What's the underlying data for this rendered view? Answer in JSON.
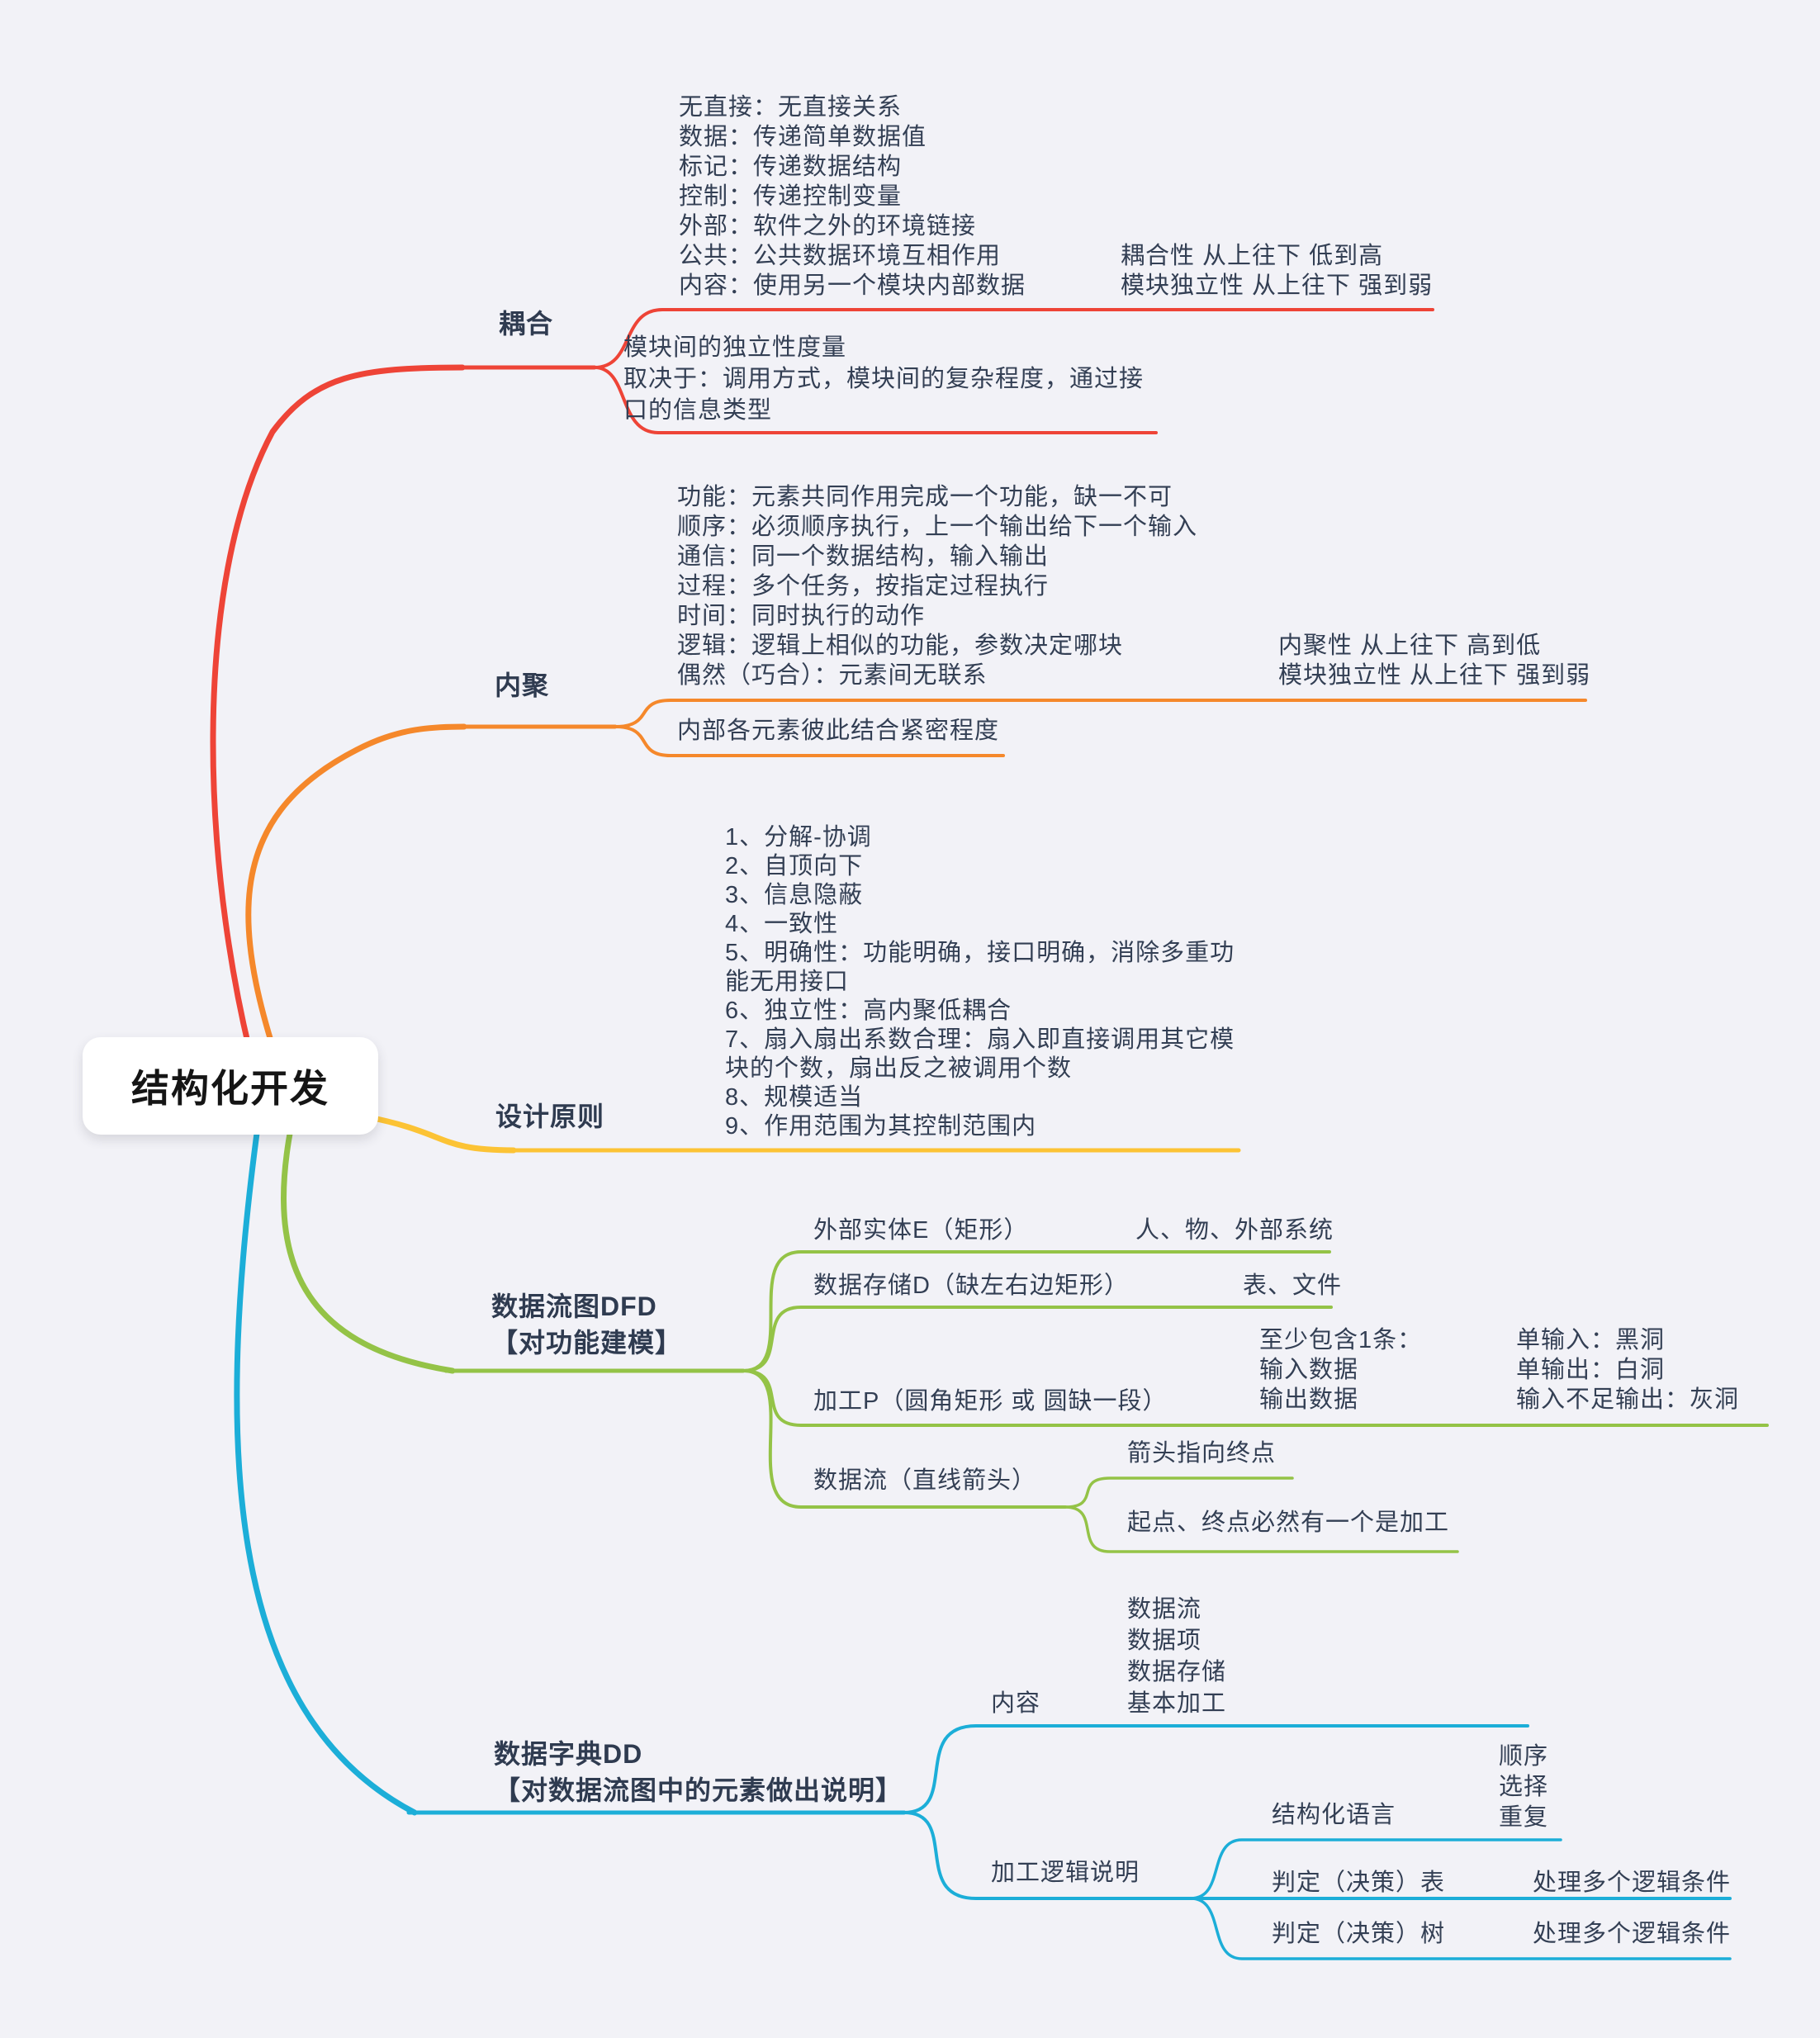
{
  "root": {
    "title": "结构化开发"
  },
  "colors": {
    "coupling": "#ee4437",
    "cohesion": "#f5882b",
    "design": "#fcc335",
    "dfd": "#94c347",
    "dd": "#1caed8",
    "background": "#f2f2f7",
    "text": "#333f54"
  },
  "coupling": {
    "label": "耦合",
    "types": [
      "无直接：无直接关系",
      "数据：传递简单数据值",
      "标记：传递数据结构",
      "控制：传递控制变量",
      "外部：软件之外的环境链接",
      "公共：公共数据环境互相作用",
      "内容：使用另一个模块内部数据"
    ],
    "notes": [
      "耦合性 从上往下 低到高",
      "模块独立性 从上往下 强到弱"
    ],
    "definition": [
      "模块间的独立性度量",
      "取决于：调用方式，模块间的复杂程度，通过接",
      "口的信息类型"
    ]
  },
  "cohesion": {
    "label": "内聚",
    "types": [
      "功能：元素共同作用完成一个功能，缺一不可",
      "顺序：必须顺序执行，上一个输出给下一个输入",
      "通信：同一个数据结构，输入输出",
      "过程：多个任务，按指定过程执行",
      "时间：同时执行的动作",
      "逻辑：逻辑上相似的功能，参数决定哪块",
      "偶然（巧合）：元素间无联系"
    ],
    "notes": [
      "内聚性 从上往下 高到低",
      "模块独立性 从上往下 强到弱"
    ],
    "definition": "内部各元素彼此结合紧密程度"
  },
  "design": {
    "label": "设计原则",
    "items": [
      "1、分解-协调",
      "2、自顶向下",
      "3、信息隐蔽",
      "4、一致性",
      "5、明确性：功能明确，接口明确，消除多重功",
      "能无用接口",
      "6、独立性：高内聚低耦合",
      "7、扇入扇出系数合理：扇入即直接调用其它模",
      "块的个数，扇出反之被调用个数",
      "8、规模适当",
      "9、作用范围为其控制范围内"
    ]
  },
  "dfd": {
    "label": [
      "数据流图DFD",
      "【对功能建模】"
    ],
    "external_entity": {
      "label": "外部实体E（矩形）",
      "note": "人、物、外部系统"
    },
    "data_store": {
      "label": "数据存储D（缺左右边矩形）",
      "note": "表、文件"
    },
    "process": {
      "label": "加工P（圆角矩形 或 圆缺一段）",
      "rules": [
        "至少包含1条：",
        "输入数据",
        "输出数据"
      ],
      "notes": [
        "单输入：黑洞",
        "单输出：白洞",
        "输入不足输出：灰洞"
      ]
    },
    "data_flow": {
      "label": "数据流（直线箭头）",
      "arrow_rule": "箭头指向终点",
      "endpoint_rule": "起点、终点必然有一个是加工"
    }
  },
  "dd": {
    "label": [
      "数据字典DD",
      "【对数据流图中的元素做出说明】"
    ],
    "content": {
      "label": "内容",
      "items": [
        "数据流",
        "数据项",
        "数据存储",
        "基本加工"
      ]
    },
    "process_logic": {
      "label": "加工逻辑说明",
      "structured_language": {
        "label": "结构化语言",
        "items": [
          "顺序",
          "选择",
          "重复"
        ]
      },
      "decision_table": {
        "label": "判定（决策）表",
        "note": "处理多个逻辑条件"
      },
      "decision_tree": {
        "label": "判定（决策）树",
        "note": "处理多个逻辑条件"
      }
    }
  }
}
